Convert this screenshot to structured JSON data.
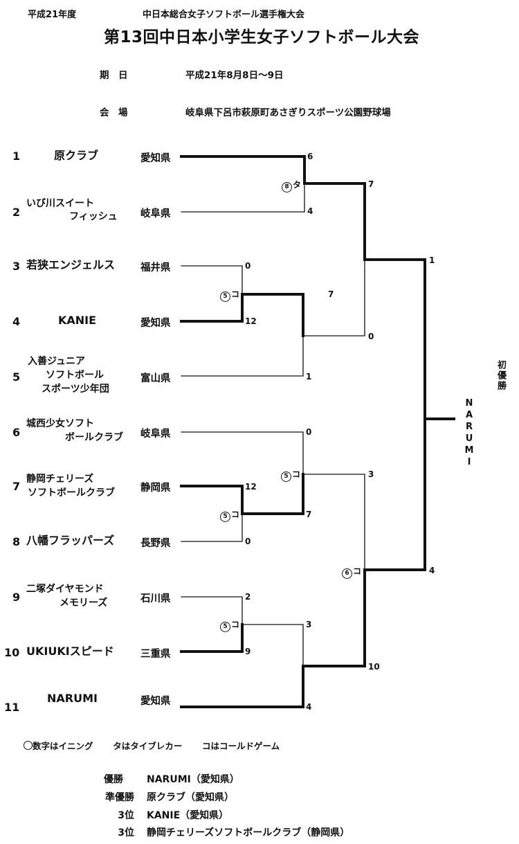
{
  "header": {
    "year": "平成21年度",
    "tournament_parent": "中日本総合女子ソフトボール選手権大会",
    "title": "第13回中日本小学生女子ソフトボール大会"
  },
  "info": {
    "date_label": "期　日",
    "date_value": "平成21年8月8日～9日",
    "venue_label": "会　場",
    "venue_value": "岐阜県下呂市萩原町あさぎりスポーツ公園野球場"
  },
  "teams": [
    {
      "no": "1",
      "name": [
        "原クラブ"
      ],
      "pref": "愛知県"
    },
    {
      "no": "2",
      "name": [
        "いび川スイート",
        "フィッシュ"
      ],
      "pref": "岐阜県"
    },
    {
      "no": "3",
      "name": [
        "若狭エンジェルス"
      ],
      "pref": "福井県"
    },
    {
      "no": "4",
      "name": [
        "KANIE"
      ],
      "pref": "愛知県"
    },
    {
      "no": "5",
      "name": [
        "入善ジュニア",
        "ソフトボール",
        "スポーツ少年団"
      ],
      "pref": "富山県"
    },
    {
      "no": "6",
      "name": [
        "城西少女ソフト",
        "ボールクラブ"
      ],
      "pref": "岐阜県"
    },
    {
      "no": "7",
      "name": [
        "静岡チェリーズ",
        "ソフトボールクラブ"
      ],
      "pref": "静岡県"
    },
    {
      "no": "8",
      "name": [
        "八幡フラッパーズ"
      ],
      "pref": "長野県"
    },
    {
      "no": "9",
      "name": [
        "二塚ダイヤモンド",
        "メモリーズ"
      ],
      "pref": "石川県"
    },
    {
      "no": "10",
      "name": [
        "UKIUKIスピード"
      ],
      "pref": "三重県"
    },
    {
      "no": "11",
      "name": [
        "NARUMI"
      ],
      "pref": "愛知県"
    }
  ],
  "scores": {
    "m_1_2_top": "6",
    "m_1_2_bot": "4",
    "m_3_4_top": "0",
    "m_3_4_bot": "12",
    "m_qf1_top": "7",
    "m_qf1_bot": "0",
    "m_qf1_mid": "7",
    "m_5": "1",
    "m_7_8_top": "12",
    "m_7_8_bot": "0",
    "m_6_top": "0",
    "m_6_bot": "7",
    "m_9_10_top": "2",
    "m_9_10_bot": "9",
    "m_11_top": "3",
    "m_11_bot": "4",
    "sf2_top": "3",
    "sf2_bot": "10",
    "final_top": "1",
    "final_bot": "4"
  },
  "notes": {
    "n1_circ": "8",
    "n1_txt": "タ",
    "n2_circ": "5",
    "n2_txt": "コ",
    "n3_circ": "5",
    "n3_txt": "コ",
    "n4_circ": "5",
    "n4_txt": "コ",
    "n5_circ": "5",
    "n5_txt": "コ",
    "n6_circ": "6",
    "n6_txt": "コ"
  },
  "champion": {
    "label": "初優勝",
    "name_letters": [
      "N",
      "A",
      "R",
      "U",
      "M",
      "I"
    ]
  },
  "legend": {
    "circle_text": "数字はイニング",
    "ta_text": "タはタイブレカー",
    "ko_text": "コはコールドゲーム"
  },
  "results": [
    {
      "label": "優勝",
      "value": "NARUMI（愛知県）"
    },
    {
      "label": "準優勝",
      "value": "原クラブ（愛知県）"
    },
    {
      "label": "3位",
      "value": "KANIE（愛知県）"
    },
    {
      "label": "3位",
      "value": "静岡チェリーズソフトボールクラブ（静岡県）"
    }
  ]
}
